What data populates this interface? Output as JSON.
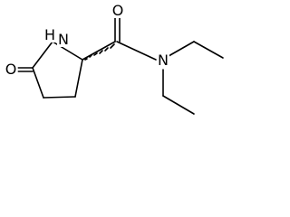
{
  "molecule": {
    "atoms": {
      "n_ring": "N",
      "h_ring": "H",
      "o_carbonyl_ring": "O",
      "o_carbonyl_amide": "O",
      "n_amide": "N"
    }
  }
}
